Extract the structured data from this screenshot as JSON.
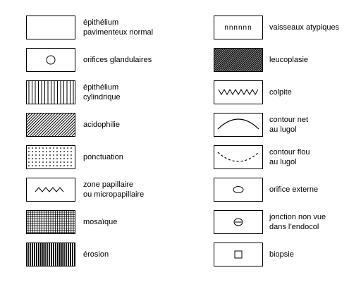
{
  "legend": {
    "left": [
      {
        "line1": "épithélium",
        "line2": "pavimenteux normal",
        "pattern": "blank"
      },
      {
        "line1": "orifices glandulaires",
        "line2": "",
        "pattern": "circle"
      },
      {
        "line1": "épithélium",
        "line2": "cylindrique",
        "pattern": "vertical-lines"
      },
      {
        "line1": "acidophilie",
        "line2": "",
        "pattern": "diagonal-hatch"
      },
      {
        "line1": "ponctuation",
        "line2": "",
        "pattern": "dots"
      },
      {
        "line1": "zone papillaire",
        "line2": "ou micropapillaire",
        "pattern": "zigzag"
      },
      {
        "line1": "mosaïque",
        "line2": "",
        "pattern": "grid"
      },
      {
        "line1": "érosion",
        "line2": "",
        "pattern": "dense-vertical-bars"
      }
    ],
    "right": [
      {
        "line1": "vaisseaux atypiques",
        "line2": "",
        "pattern": "text",
        "swatch_text": "nnnnnn"
      },
      {
        "line1": "leucoplasie",
        "line2": "",
        "pattern": "dense-diagonal-hatch"
      },
      {
        "line1": "colpite",
        "line2": "",
        "pattern": "v-chain"
      },
      {
        "line1": "contour net",
        "line2": "au lugol",
        "pattern": "solid-arc"
      },
      {
        "line1": "contour flou",
        "line2": "au lugol",
        "pattern": "dashed-arc"
      },
      {
        "line1": "orifice externe",
        "line2": "",
        "pattern": "ellipse"
      },
      {
        "line1": "jonction non vue",
        "line2": "dans l’endocol",
        "pattern": "ellipse-line"
      },
      {
        "line1": "biopsie",
        "line2": "",
        "pattern": "small-square"
      }
    ]
  }
}
